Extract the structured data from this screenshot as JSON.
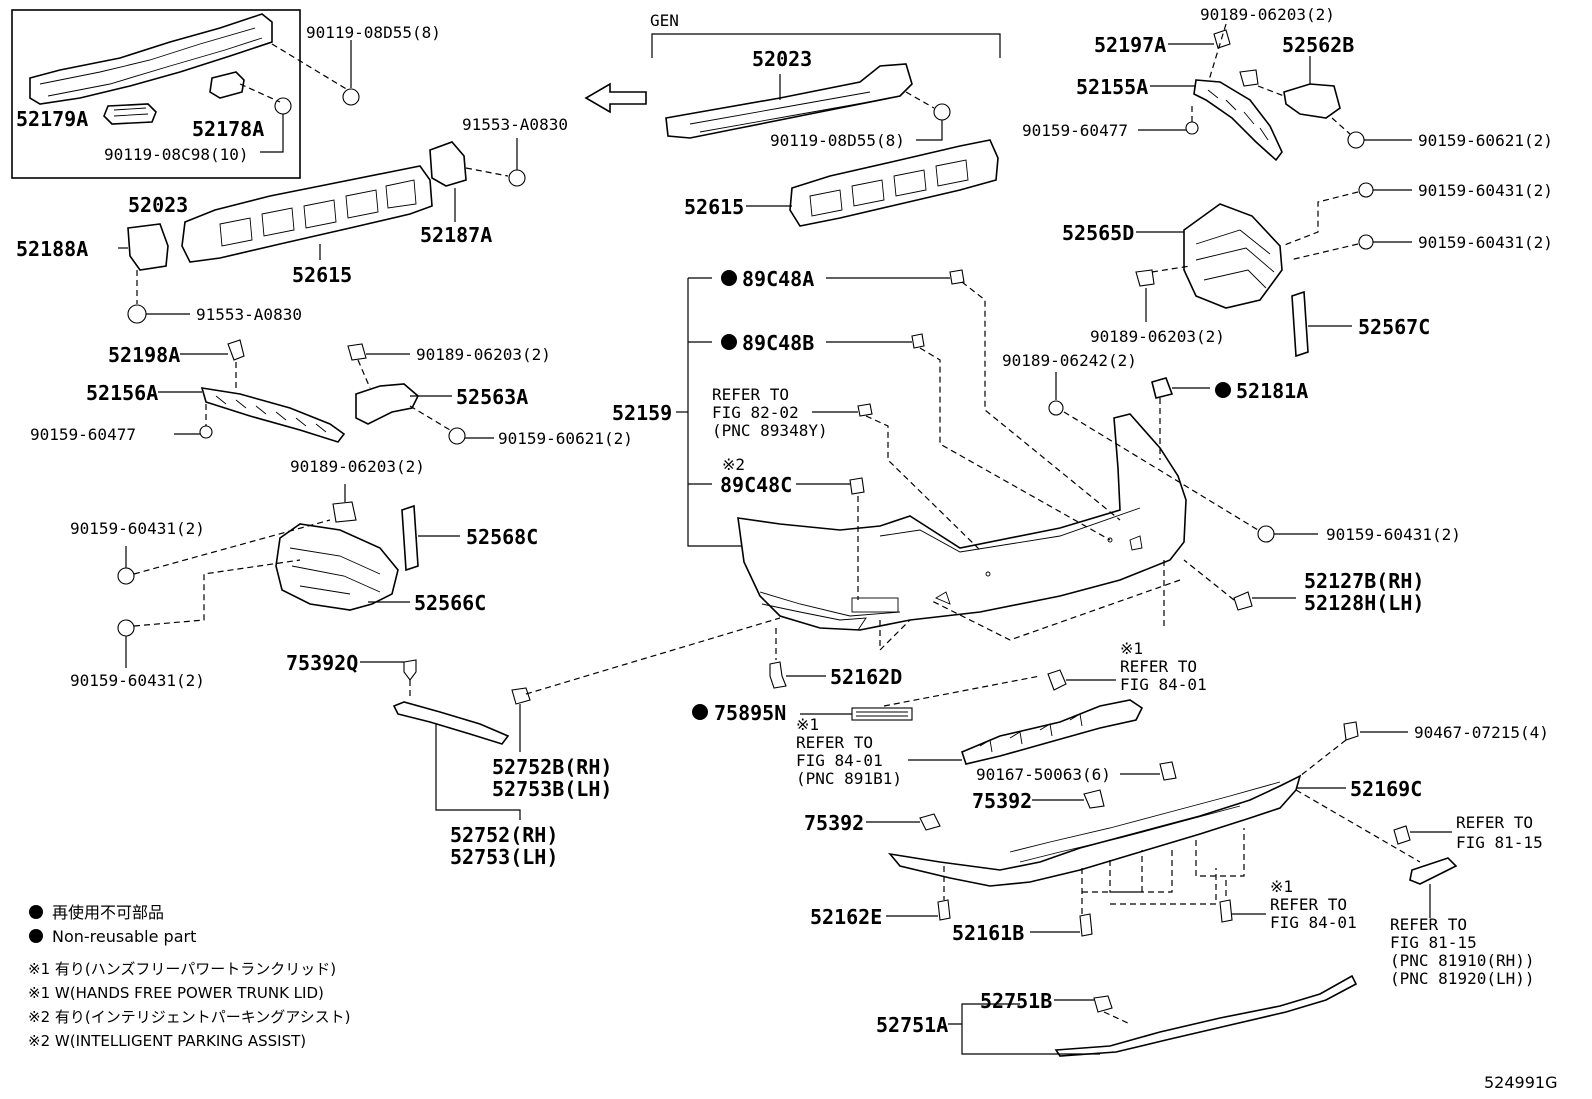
{
  "diagram": {
    "code": "524991G",
    "gen_label": "GEN",
    "legend": {
      "jp": "再使用不可部品",
      "en": "Non-reusable part"
    },
    "notes": [
      "※1 有り(ハンズフリーパワートランクリッド)",
      "※1 W(HANDS FREE POWER TRUNK LID)",
      "※2 有り(インテリジェントパーキングアシスト)",
      "※2 W(INTELLIGENT PARKING ASSIST)"
    ],
    "labels": {
      "p90119_08D55_8": "90119-08D55(8)",
      "p52179A": "52179A",
      "p52178A": "52178A",
      "p90119_08C98_10": "90119-08C98(10)",
      "p52023_box": "52023",
      "p91553_A0830_a": "91553-A0830",
      "p52188A": "52188A",
      "p52615_left": "52615",
      "p52187A": "52187A",
      "p91553_A0830_b": "91553-A0830",
      "p52198A": "52198A",
      "p52156A": "52156A",
      "p90159_60477_a": "90159-60477",
      "p90189_06203_a": "90189-06203(2)",
      "p52563A": "52563A",
      "p90159_60621_a": "90159-60621(2)",
      "p90189_06203_b": "90189-06203(2)",
      "p90159_60431_a": "90159-60431(2)",
      "p52568C": "52568C",
      "p52566C": "52566C",
      "p90159_60431_b": "90159-60431(2)",
      "p75392Q": "75392Q",
      "p52752B": "52752B(RH)",
      "p52753B": "52753B(LH)",
      "p52752": "52752(RH)",
      "p52753": "52753(LH)",
      "p52023_gen": "52023",
      "p90119_08D55_8b": "90119-08D55(8)",
      "p52615_gen": "52615",
      "p89C48A": "89C48A",
      "p89C48B": "89C48B",
      "p52159": "52159",
      "refer_82_02_1": "REFER TO",
      "refer_82_02_2": "FIG 82-02",
      "refer_82_02_3": "(PNC 89348Y)",
      "mark2": "※2",
      "p89C48C": "89C48C",
      "p52162D": "52162D",
      "p75895N": "75895N",
      "mark1_a": "※1",
      "refer_84_01a_1": "REFER TO",
      "refer_84_01a_2": "FIG 84-01",
      "refer_84_01a_3": "(PNC 891B1)",
      "mark1_b": "※1",
      "refer_84_01b_1": "REFER TO",
      "refer_84_01b_2": "FIG 84-01",
      "p90167_50063": "90167-50063(6)",
      "p75392_a": "75392",
      "p75392_b": "75392",
      "p52162E": "52162E",
      "p52161B": "52161B",
      "mark1_c": "※1",
      "refer_84_01c_1": "REFER TO",
      "refer_84_01c_2": "FIG 84-01",
      "p52751B": "52751B",
      "p52751A": "52751A",
      "p90189_06203_c": "90189-06203(2)",
      "p52197A": "52197A",
      "p52562B": "52562B",
      "p52155A": "52155A",
      "p90159_60477_b": "90159-60477",
      "p90159_60621_b": "90159-60621(2)",
      "p90159_60431_c": "90159-60431(2)",
      "p52565D": "52565D",
      "p90159_60431_d": "90159-60431(2)",
      "p90189_06203_d": "90189-06203(2)",
      "p52567C": "52567C",
      "p90189_06242": "90189-06242(2)",
      "p52181A": "52181A",
      "p90159_60431_e": "90159-60431(2)",
      "p52127B": "52127B(RH)",
      "p52128H": "52128H(LH)",
      "p90467_07215": "90467-07215(4)",
      "p52169C": "52169C",
      "refer_81_15a_1": "REFER TO",
      "refer_81_15a_2": "FIG 81-15",
      "refer_81_15b_1": "REFER TO",
      "refer_81_15b_2": "FIG 81-15",
      "refer_81_15b_3": "(PNC 81910(RH))",
      "refer_81_15b_4": "(PNC 81920(LH))"
    }
  }
}
